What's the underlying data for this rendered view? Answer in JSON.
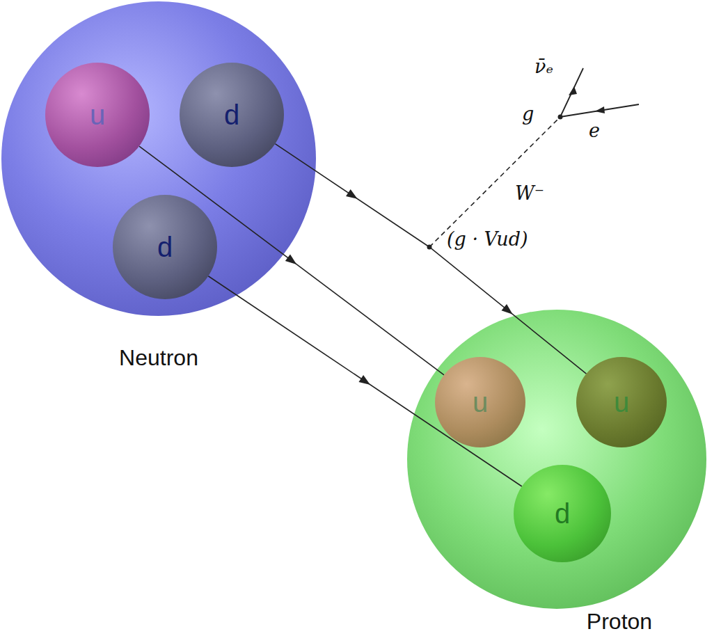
{
  "diagram": {
    "nodes": [
      {
        "text": [
          "Neutron"
        ]
      },
      {
        "text": [
          "u"
        ],
        "in": 0
      },
      {
        "text": [
          "d"
        ],
        "in": 0
      },
      {
        "text": [
          "d"
        ],
        "in": 0
      },
      {
        "text": [
          "Proton"
        ]
      },
      {
        "text": [
          "u"
        ],
        "in": 4
      },
      {
        "text": [
          "u"
        ],
        "in": 4
      },
      {
        "text": [
          "d"
        ],
        "in": 4
      }
    ],
    "edges": [
      {
        "from": 1,
        "to": 5,
        "arrow": "to"
      },
      {
        "from": 2,
        "to": 6,
        "arrow": "to"
      },
      {
        "from": 3,
        "to": 7,
        "arrow": "to"
      }
    ],
    "labels": [
      "ν̄ₑ",
      "g",
      "e",
      "W⁻",
      "(g · Vud)"
    ]
  }
}
